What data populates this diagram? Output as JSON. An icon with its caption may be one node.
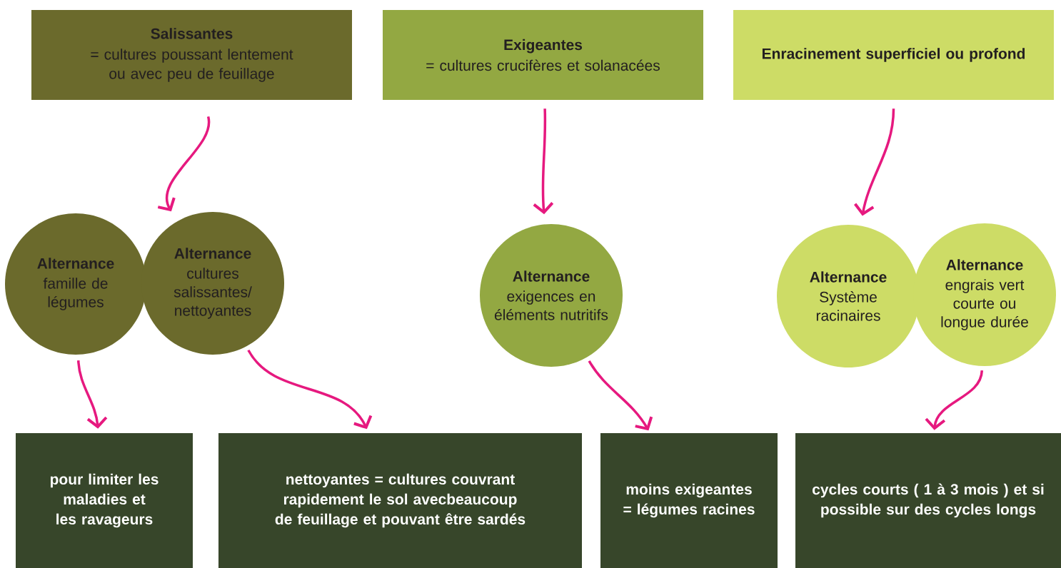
{
  "diagram": {
    "nodes": [
      {
        "text": [
          "Salissantes",
          "= cultures poussant lentement ou avec peu de feuillage"
        ]
      },
      {
        "text": [
          "Exigeantes",
          "= cultures crucifères et solanacées"
        ]
      },
      {
        "text": [
          "Enracinement superficiel ou profond"
        ]
      },
      {
        "text": [
          "Alternance",
          "famille de légumes"
        ]
      },
      {
        "text": [
          "Alternance",
          "cultures salissantes/ nettoyantes"
        ]
      },
      {
        "text": [
          "Alternance",
          "exigences en éléments nutritifs"
        ]
      },
      {
        "text": [
          "Alternance",
          "Système racinaires"
        ]
      },
      {
        "text": [
          "Alternance",
          "engrais vert courte ou longue durée"
        ]
      },
      {
        "text": [
          "pour limiter les maladies et les ravageurs"
        ]
      },
      {
        "text": [
          "nettoyantes = cultures couvrant rapidement le sol avecbeaucoup de feuillage et pouvant être sardés"
        ]
      },
      {
        "text": [
          "moins exigeantes = légumes racines"
        ]
      },
      {
        "text": [
          "cycles courts ( 1 à 3 mois ) et si possible sur des cycles longs"
        ]
      }
    ],
    "edges": [
      {
        "from": 0,
        "to": 4,
        "arrow": "to"
      },
      {
        "from": 1,
        "to": 5,
        "arrow": "to"
      },
      {
        "from": 2,
        "to": 6,
        "arrow": "to"
      },
      {
        "from": 3,
        "to": 8,
        "arrow": "to"
      },
      {
        "from": 4,
        "to": 9,
        "arrow": "to"
      },
      {
        "from": 5,
        "to": 10,
        "arrow": "to"
      },
      {
        "from": 7,
        "to": 11,
        "arrow": "to"
      }
    ]
  }
}
